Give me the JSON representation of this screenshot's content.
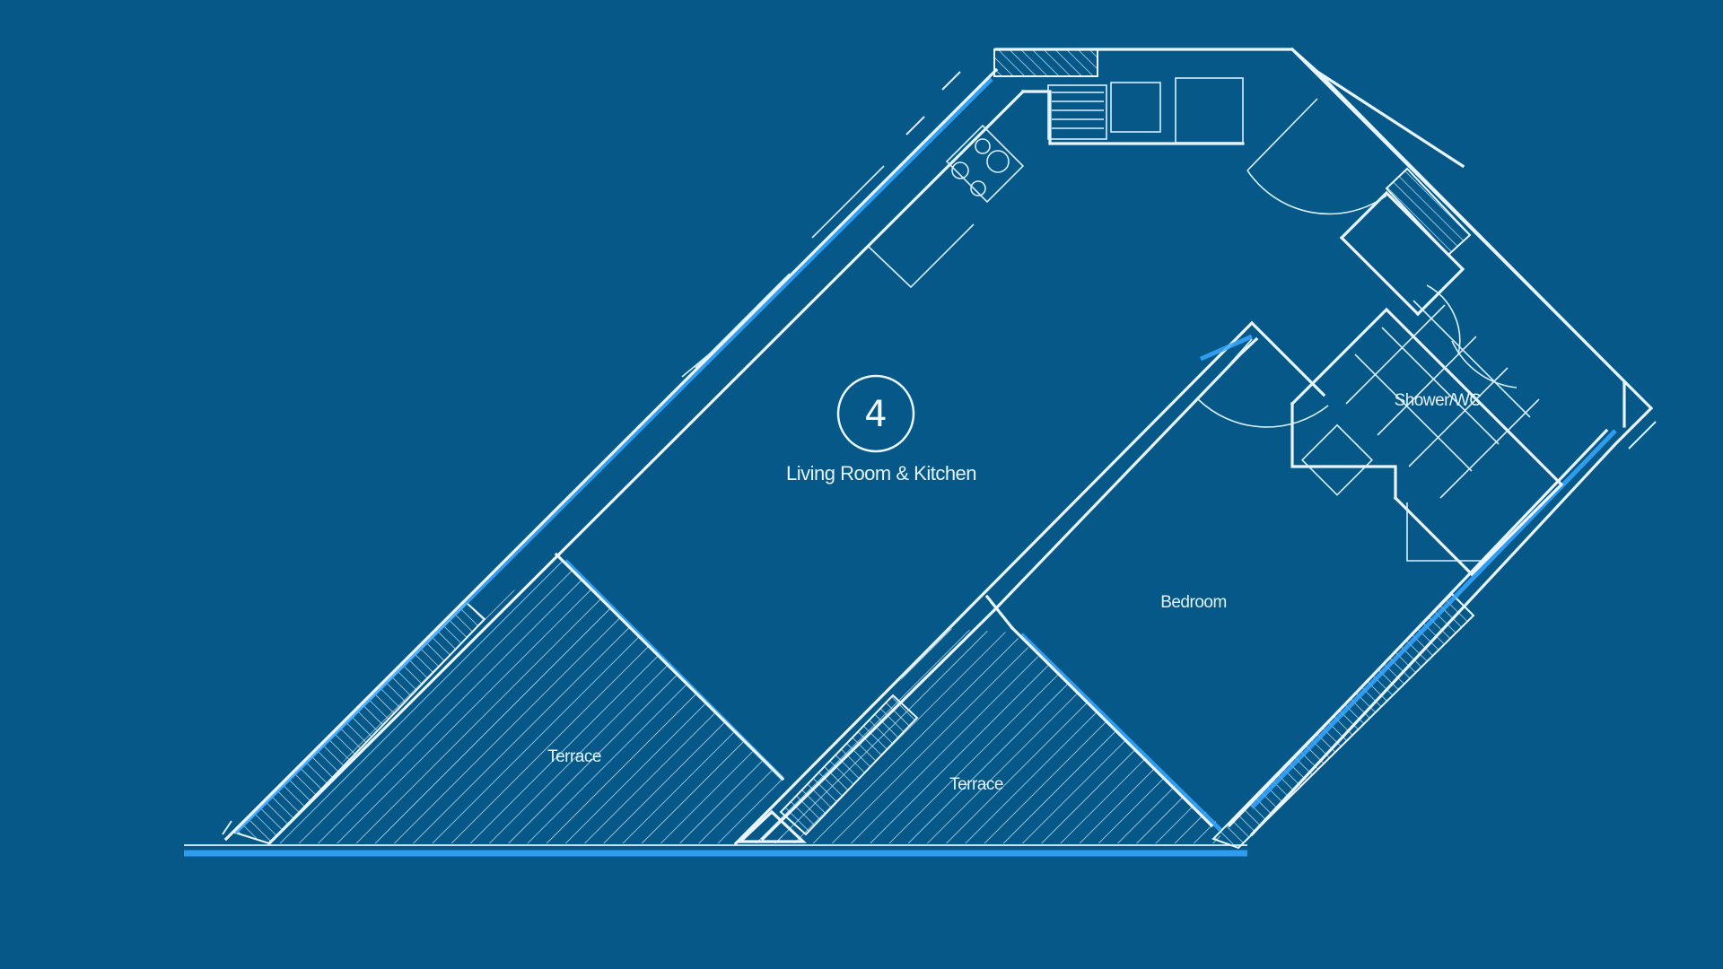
{
  "plan": {
    "unit_number": "4",
    "rooms": {
      "living": "Living Room & Kitchen",
      "bedroom": "Bedroom",
      "shower": "Shower/WC",
      "terrace_left": "Terrace",
      "terrace_right": "Terrace"
    }
  },
  "colors": {
    "background": "#055887",
    "line": "#eaf6ff",
    "accent": "#3aa8ff"
  }
}
